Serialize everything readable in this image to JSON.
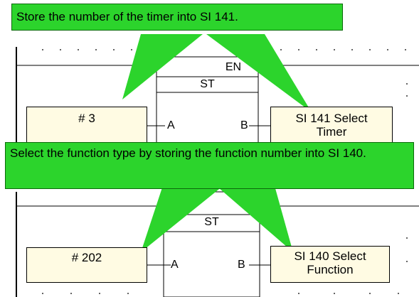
{
  "callouts": {
    "top": "Store the number of the timer into SI 141.",
    "bottom": "Select the function type by storing the function number into SI 140."
  },
  "rung1": {
    "enable_label": "EN",
    "block_label": "ST",
    "input_value": "# 3",
    "pin_a": "A",
    "pin_b": "B",
    "output_value": "SI 141 Select Timer"
  },
  "rung2": {
    "block_label": "ST",
    "input_value": "# 202",
    "pin_a": "A",
    "pin_b": "B",
    "output_value": "SI 140 Select Function"
  },
  "colors": {
    "callout_green": "#2cd42c",
    "box_fill": "#fffbe3"
  }
}
